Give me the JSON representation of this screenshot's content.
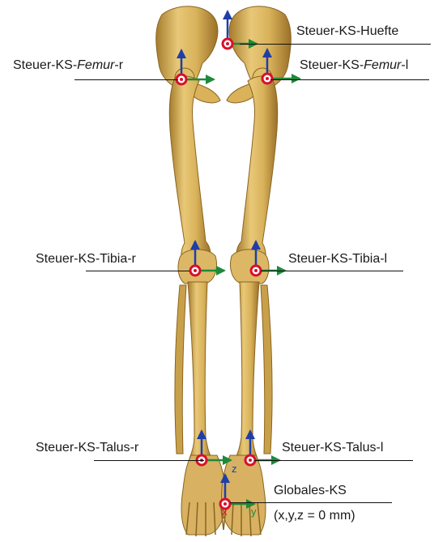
{
  "frames": {
    "huefte": "Steuer-KS-Huefte",
    "femur_r": {
      "prefix": "Steuer-KS-",
      "italic": "Femur",
      "suffix": "-r"
    },
    "femur_l": {
      "prefix": "Steuer-KS-",
      "italic": "Femur",
      "suffix": "-l"
    },
    "tibia_r": "Steuer-KS-Tibia-r",
    "tibia_l": "Steuer-KS-Tibia-l",
    "talus_r": "Steuer-KS-Talus-r",
    "talus_l": "Steuer-KS-Talus-l",
    "global": "Globales-KS",
    "global_note": "(x,y,z = 0 mm)"
  },
  "axis_letters": {
    "z": "z",
    "x": "x",
    "y": "y"
  },
  "colors": {
    "bone": "#d9b25a",
    "bone_dark": "#a67c2e",
    "bone_light": "#f0d68f",
    "axis_up": "#1f3fa8",
    "axis_right": "#1d8a3a",
    "origin": "#d8102a"
  }
}
